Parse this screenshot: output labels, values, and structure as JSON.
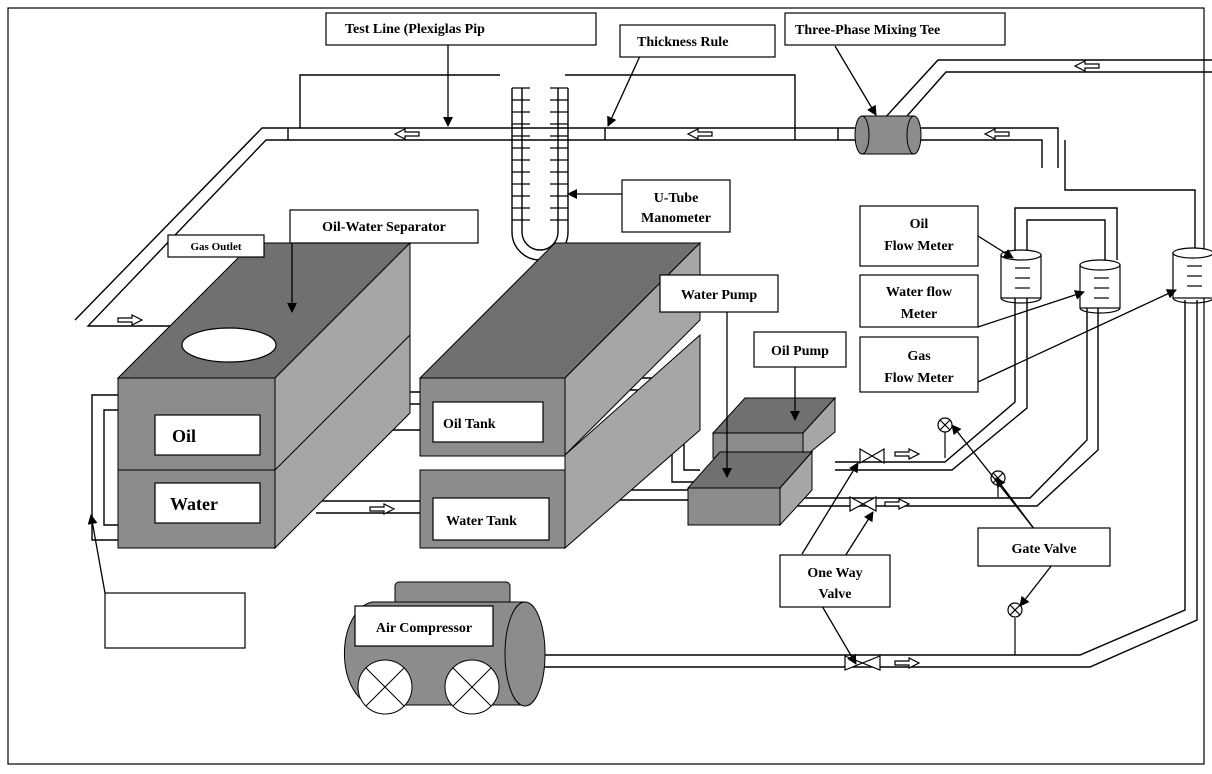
{
  "labels": {
    "test_line": "Test Line (Plexiglas Pip",
    "thickness_rule": "Thickness Rule",
    "mixing_tee": "Three-Phase Mixing Tee",
    "utube_1": "U-Tube",
    "utube_2": "Manometer",
    "separator": "Oil-Water Separator",
    "gas_outlet": "Gas Outlet",
    "oil_flow_1": "Oil",
    "oil_flow_2": "Flow Meter",
    "water_flow_1": "Water flow",
    "water_flow_2": "Meter",
    "gas_flow_1": "Gas",
    "gas_flow_2": "Flow Meter",
    "water_pump": "Water Pump",
    "oil_pump": "Oil Pump",
    "oil": "Oil",
    "water": "Water",
    "oil_tank": "Oil Tank",
    "water_tank": "Water Tank",
    "gate_valve": "Gate Valve",
    "one_way_1": "One Way",
    "one_way_2": "Valve",
    "air_compressor": "Air Compressor"
  },
  "colors": {
    "dark_gray": "#707070",
    "mid_gray": "#8c8c8c",
    "light_gray": "#a6a6a6",
    "line": "#000000",
    "background": "#ffffff"
  }
}
